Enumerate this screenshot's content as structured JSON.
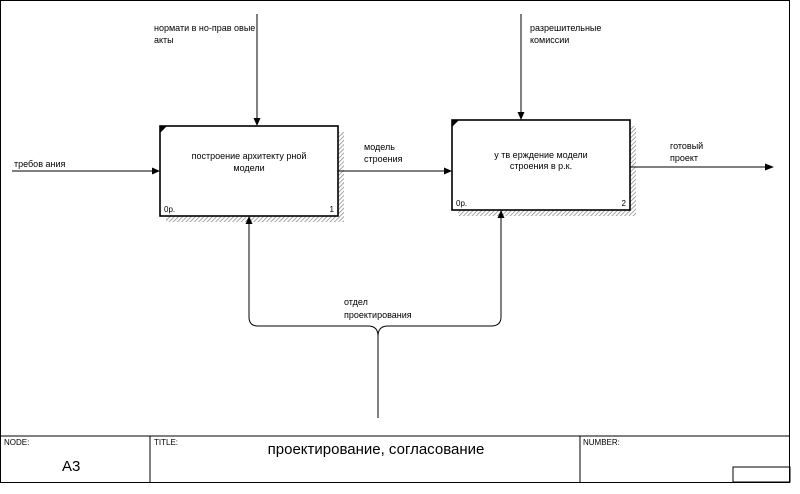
{
  "diagram": {
    "boxes": [
      {
        "id": "a1",
        "lines": [
          "построение архитекту рной",
          "модели"
        ],
        "cost": "0р.",
        "number": "1"
      },
      {
        "id": "a2",
        "lines": [
          "у тв ерждение модели",
          "строения в  р.к."
        ],
        "cost": "0р.",
        "number": "2"
      }
    ],
    "arrows": {
      "input": "требов ания",
      "control1": [
        "нормати в но-прав овые",
        "акты"
      ],
      "control2": [
        "разрешительные",
        "комиссии"
      ],
      "between": [
        "модель",
        "строения"
      ],
      "output": [
        "готовый",
        "проект"
      ],
      "mechanism": [
        "отдел",
        "проектирования"
      ]
    }
  },
  "footer": {
    "node_label": "NODE:",
    "node_value": "A3",
    "title_label": "TITLE:",
    "title_value": "проектирование, согласование",
    "number_label": "NUMBER:"
  },
  "colors": {
    "line": "#000000",
    "shadow": "#808080"
  }
}
